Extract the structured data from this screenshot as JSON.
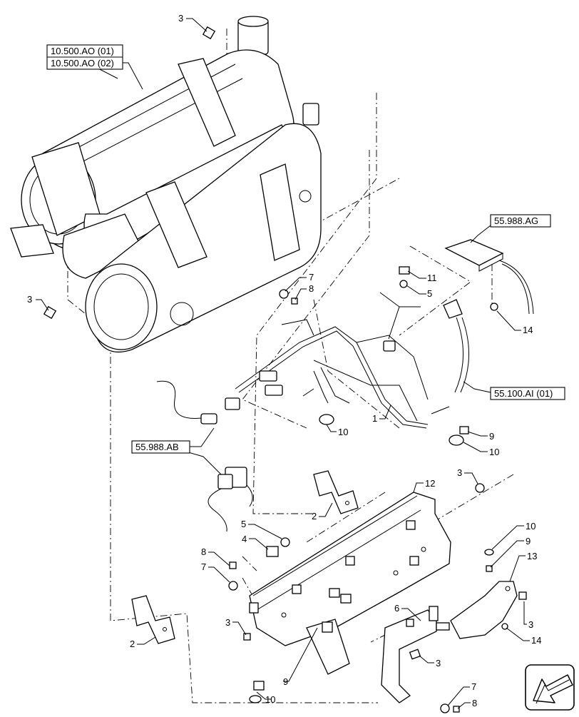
{
  "references": {
    "r1a": "10.500.AO (01)",
    "r1b": "10.500.AO (02)",
    "r2": "55.988.AG",
    "r3": "55.100.AI (01)",
    "r4": "55.988.AB"
  },
  "callouts": {
    "c1": "3",
    "c2": "3",
    "c3": "7",
    "c4": "8",
    "c5": "11",
    "c6": "5",
    "c7": "14",
    "c8": "1",
    "c9": "10",
    "c10": "9",
    "c11": "10",
    "c12": "3",
    "c13": "12",
    "c14": "2",
    "c15": "5",
    "c16": "4",
    "c17": "8",
    "c18": "7",
    "c19": "10",
    "c20": "9",
    "c21": "13",
    "c22": "6",
    "c23": "3",
    "c24": "3",
    "c25": "14",
    "c26": "2",
    "c27": "3",
    "c28": "9",
    "c29": "7",
    "c30": "8",
    "c31": "10"
  }
}
